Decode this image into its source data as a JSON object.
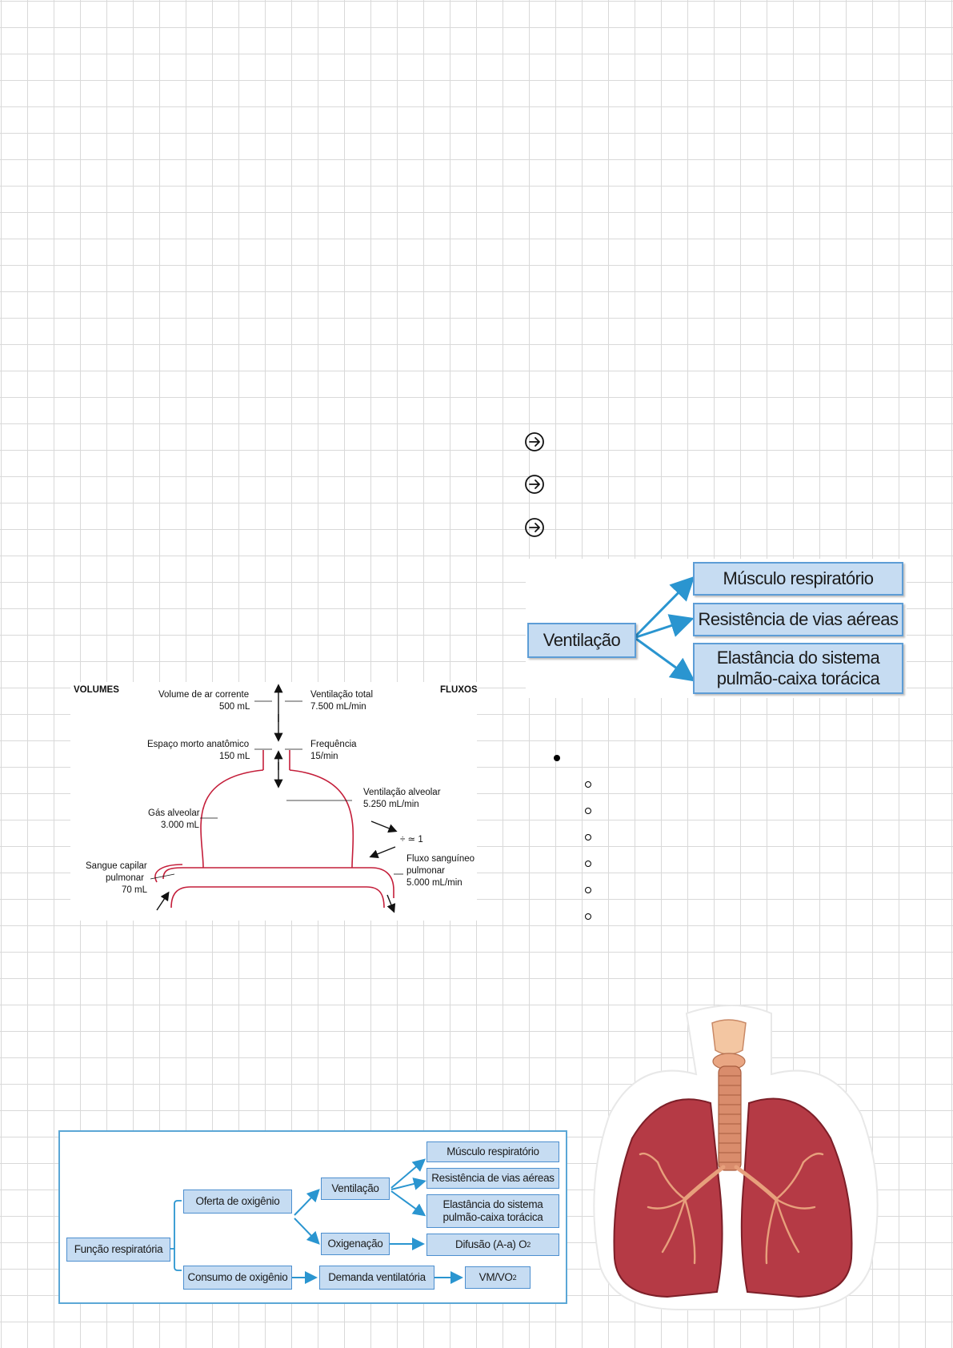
{
  "arrow_bullets": [
    {
      "icon": "circle-arrow-right-icon"
    },
    {
      "icon": "circle-arrow-right-icon"
    },
    {
      "icon": "circle-arrow-right-icon"
    }
  ],
  "ventilation_figure": {
    "root": "Ventilação",
    "branches": [
      "Músculo respiratório",
      "Resistência de vias aéreas",
      "Elastância do sistema pulmão-caixa torácica"
    ]
  },
  "volumes_diagram": {
    "header_left": "VOLUMES",
    "header_right": "FLUXOS",
    "tidal_volume_label": "Volume de ar corrente",
    "tidal_volume_value": "500 mL",
    "dead_space_label": "Espaço morto anatômico",
    "dead_space_value": "150 mL",
    "alveolar_gas_label": "Gás alveolar",
    "alveolar_gas_value": "3.000 mL",
    "capillary_blood_label_1": "Sangue capilar",
    "capillary_blood_label_2": "pulmonar",
    "capillary_blood_value": "70 mL",
    "total_ventilation_label": "Ventilação total",
    "total_ventilation_value": "7.500 mL/min",
    "frequency_label": "Frequência",
    "frequency_value": "15/min",
    "alveolar_ventilation_label": "Ventilação alveolar",
    "alveolar_ventilation_value": "5.250 mL/min",
    "ratio_label": "÷ ≃ 1",
    "blood_flow_label_1": "Fluxo sanguíneo",
    "blood_flow_label_2": "pulmonar",
    "blood_flow_value": "5.000 mL/min"
  },
  "respiratory_function_figure": {
    "root": "Função respiratória",
    "oxygen_supply": "Oferta de oxigênio",
    "oxygen_consumption": "Consumo de oxigênio",
    "ventilation": "Ventilação",
    "oxygenation": "Oxigenação",
    "ventilatory_demand": "Demanda ventilatória",
    "respiratory_muscle": "Músculo respiratório",
    "airway_resistance": "Resistência de vias aéreas",
    "elastance_line_1": "Elastância do sistema",
    "elastance_line_2": "pulmão-caixa torácica",
    "diffusion": "Difusão (A-a) O",
    "diffusion_sub": "2",
    "vm_vo2": "VM/VO",
    "vm_vo2_sub": "2"
  },
  "lungs_illustration": {
    "icon": "lungs-illustration"
  }
}
